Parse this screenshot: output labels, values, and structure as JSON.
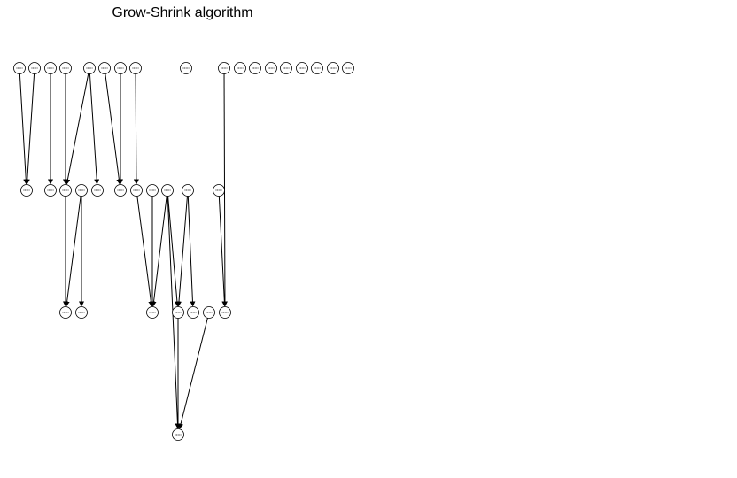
{
  "title": "Grow-Shrink algorithm",
  "colors": {
    "edge": "#000000",
    "node_fill": "#ffffff",
    "node_stroke": "#000000",
    "background": "#ffffff"
  },
  "nodes": [
    {
      "id": "r1a",
      "label": "",
      "level": 1
    },
    {
      "id": "r1b",
      "label": "",
      "level": 1
    },
    {
      "id": "r1c",
      "label": "",
      "level": 1
    },
    {
      "id": "r1d",
      "label": "",
      "level": 1
    },
    {
      "id": "r1e",
      "label": "",
      "level": 1
    },
    {
      "id": "r1f",
      "label": "",
      "level": 1
    },
    {
      "id": "r1g",
      "label": "",
      "level": 1
    },
    {
      "id": "r1h",
      "label": "",
      "level": 1
    },
    {
      "id": "r1i",
      "label": "",
      "level": 1
    },
    {
      "id": "r1j",
      "label": "",
      "level": 1
    },
    {
      "id": "r1k",
      "label": "",
      "level": 1
    },
    {
      "id": "r1l",
      "label": "",
      "level": 1
    },
    {
      "id": "r1m",
      "label": "",
      "level": 1
    },
    {
      "id": "r1n",
      "label": "",
      "level": 1
    },
    {
      "id": "r1o",
      "label": "",
      "level": 1
    },
    {
      "id": "r1p",
      "label": "",
      "level": 1
    },
    {
      "id": "r1q",
      "label": "",
      "level": 1
    },
    {
      "id": "r1r",
      "label": "",
      "level": 1
    },
    {
      "id": "r2a",
      "label": "",
      "level": 2
    },
    {
      "id": "r2b",
      "label": "",
      "level": 2
    },
    {
      "id": "r2c",
      "label": "",
      "level": 2
    },
    {
      "id": "r2d",
      "label": "",
      "level": 2
    },
    {
      "id": "r2e",
      "label": "",
      "level": 2
    },
    {
      "id": "r2f",
      "label": "",
      "level": 2
    },
    {
      "id": "r2g",
      "label": "",
      "level": 2
    },
    {
      "id": "r2h",
      "label": "",
      "level": 2
    },
    {
      "id": "r2i",
      "label": "",
      "level": 2
    },
    {
      "id": "r2j",
      "label": "",
      "level": 2
    },
    {
      "id": "r2k",
      "label": "",
      "level": 2
    },
    {
      "id": "r3a",
      "label": "",
      "level": 3
    },
    {
      "id": "r3b",
      "label": "",
      "level": 3
    },
    {
      "id": "r3c",
      "label": "",
      "level": 3
    },
    {
      "id": "r3d",
      "label": "",
      "level": 3
    },
    {
      "id": "r3e",
      "label": "",
      "level": 3
    },
    {
      "id": "r3f",
      "label": "",
      "level": 3
    },
    {
      "id": "r3g",
      "label": "",
      "level": 3
    },
    {
      "id": "r4a",
      "label": "",
      "level": 4
    }
  ],
  "edges": [
    {
      "from": "r1a",
      "to": "r2a"
    },
    {
      "from": "r1b",
      "to": "r2a"
    },
    {
      "from": "r1c",
      "to": "r2b"
    },
    {
      "from": "r1d",
      "to": "r2c"
    },
    {
      "from": "r1e",
      "to": "r2c"
    },
    {
      "from": "r1e",
      "to": "r2e"
    },
    {
      "from": "r1f",
      "to": "r2f"
    },
    {
      "from": "r1g",
      "to": "r2f"
    },
    {
      "from": "r1h",
      "to": "r2g"
    },
    {
      "from": "r1j",
      "to": "r3g"
    },
    {
      "from": "r2c",
      "to": "r3a"
    },
    {
      "from": "r2d",
      "to": "r3a"
    },
    {
      "from": "r2d",
      "to": "r3b"
    },
    {
      "from": "r2g",
      "to": "r3c"
    },
    {
      "from": "r2h",
      "to": "r3c"
    },
    {
      "from": "r2i",
      "to": "r3c"
    },
    {
      "from": "r2i",
      "to": "r3d"
    },
    {
      "from": "r2j",
      "to": "r3d"
    },
    {
      "from": "r2j",
      "to": "r3e"
    },
    {
      "from": "r2k",
      "to": "r3g"
    },
    {
      "from": "r3d",
      "to": "r4a"
    },
    {
      "from": "r2i",
      "to": "r4a"
    },
    {
      "from": "r3f",
      "to": "r4a"
    }
  ]
}
